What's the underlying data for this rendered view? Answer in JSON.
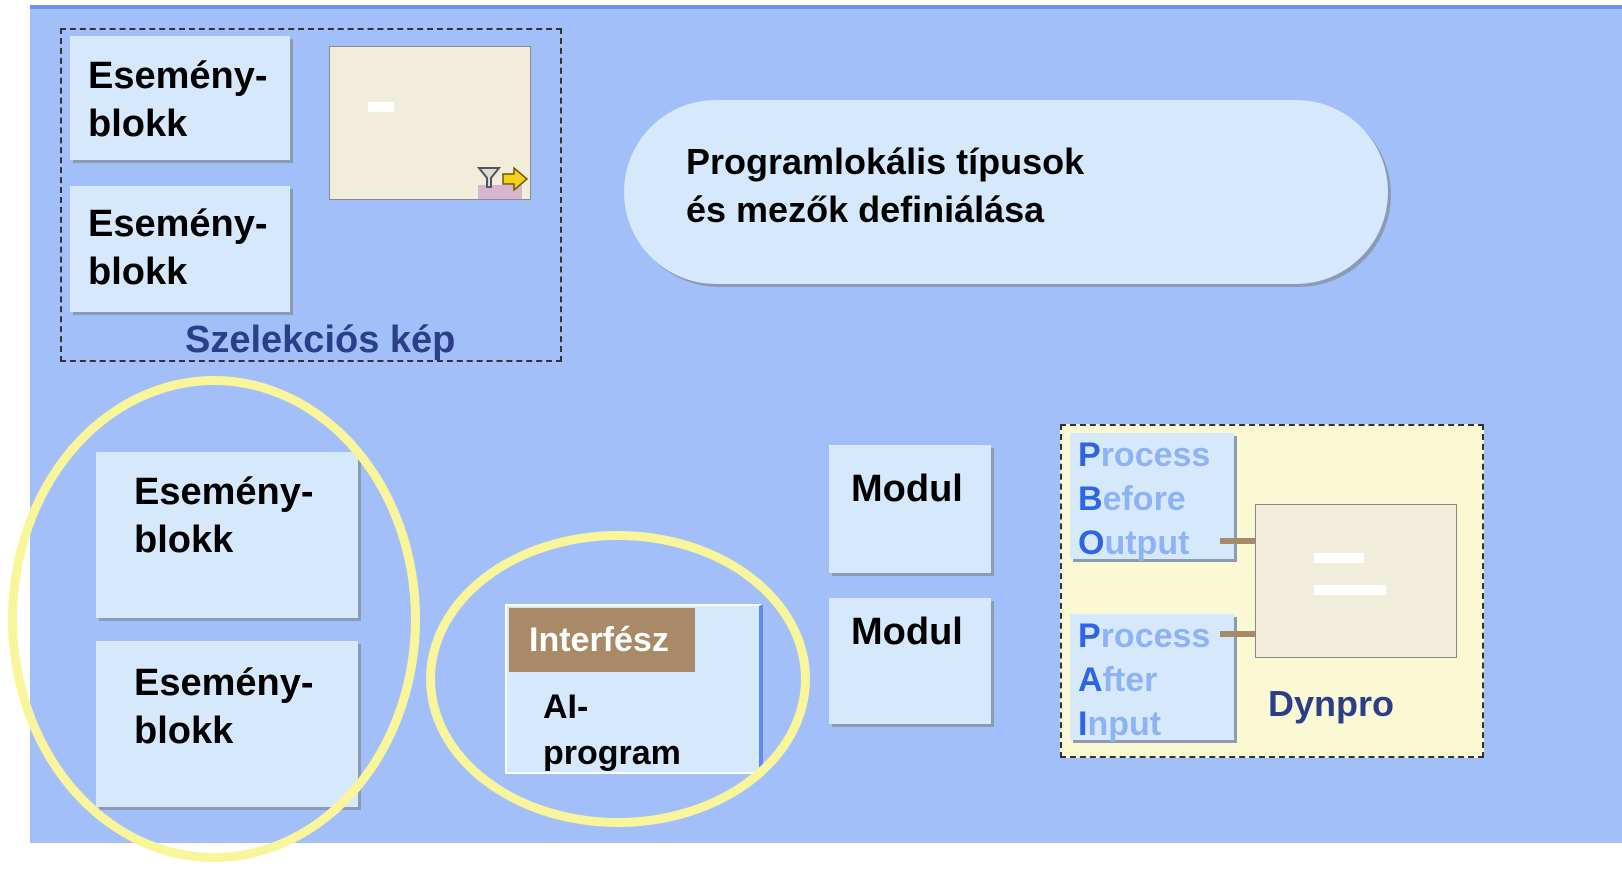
{
  "selection_screen": {
    "label": "Szelekciós kép",
    "event_block_1": "Esemény-\nblokk",
    "event_block_2": "Esemény-\nblokk"
  },
  "program_local": {
    "line1": "Programlokális típusok",
    "line2": "és mezők definiálása"
  },
  "lower_events": {
    "event_block_1": "Esemény-\nblokk",
    "event_block_2": "Esemény-\nblokk"
  },
  "interface": {
    "header": "Interfész",
    "body": "AI-\nprogram"
  },
  "modules": {
    "module_1": "Modul",
    "module_2": "Modul"
  },
  "dynpro": {
    "label": "Dynpro",
    "pbo": [
      {
        "cap": "P",
        "rest": "rocess"
      },
      {
        "cap": "B",
        "rest": "efore"
      },
      {
        "cap": "O",
        "rest": "utput"
      }
    ],
    "pai": [
      {
        "cap": "P",
        "rest": "rocess"
      },
      {
        "cap": "A",
        "rest": "fter"
      },
      {
        "cap": "I",
        "rest": "nput"
      }
    ]
  },
  "colors": {
    "background": "#a3bffa",
    "box": "#d6e8fc",
    "highlight_ellipse": "#f8f59a",
    "interface_header": "#a88a66",
    "dynpro_area": "#fbf9d4"
  }
}
